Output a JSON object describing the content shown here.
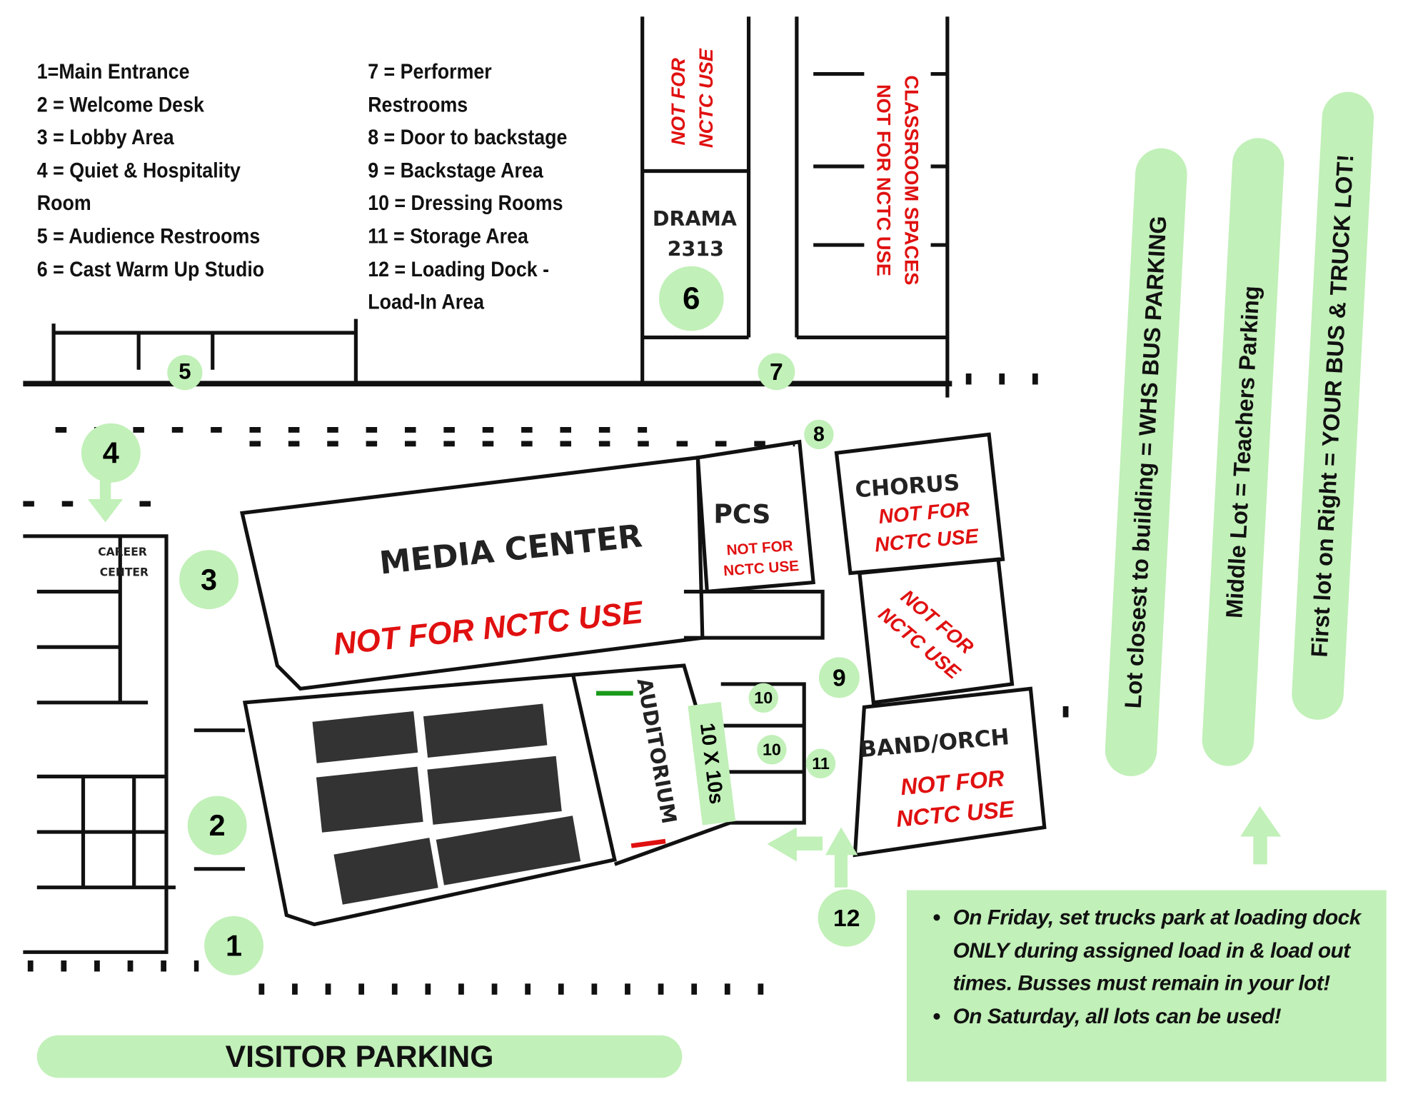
{
  "legend": {
    "left": [
      "1=Main Entrance",
      "2  = Welcome Desk",
      "3 = Lobby Area",
      "4 = Quiet & Hospitality",
      "Room",
      "5 = Audience Restrooms",
      "6 = Cast Warm Up Studio"
    ],
    "right": [
      "7 = Performer",
      "Restrooms",
      "8 = Door to backstage",
      "9 = Backstage Area",
      "10 = Dressing Rooms",
      "11 = Storage Area",
      "12 = Loading Dock -",
      "Load-In Area"
    ]
  },
  "markers": [
    "1",
    "2",
    "3",
    "4",
    "5",
    "6",
    "7",
    "8",
    "9",
    "10",
    "10",
    "11",
    "12"
  ],
  "rooms": {
    "media_center": "MEDIA CENTER",
    "pcs": "PCS",
    "chorus": "CHORUS",
    "band": "BAND/ORCH",
    "auditorium": "AUDITORIUM",
    "drama": "DRAMA",
    "drama_num": "2313",
    "career": "CAREER",
    "career2": "CENTER",
    "ten": "10 X 10s"
  },
  "restrictions": {
    "not_for": "NOT FOR",
    "nctc_use": "NCTC USE",
    "full": "NOT FOR NCTC USE",
    "classroom": "CLASSROOM SPACES"
  },
  "parking": {
    "lot1": "Lot closest to building = WHS BUS PARKING",
    "lot2": "Middle Lot = Teachers Parking",
    "lot3": "First lot on Right = YOUR BUS & TRUCK LOT!",
    "visitor": "VISITOR PARKING"
  },
  "notes": [
    "On Friday, set trucks park at loading dock ONLY during assigned load in & load out times.  Busses must remain in your lot!",
    "On Saturday, all lots can be used!"
  ],
  "colors": {
    "green": "#c1f0b8",
    "red": "#e01010"
  }
}
